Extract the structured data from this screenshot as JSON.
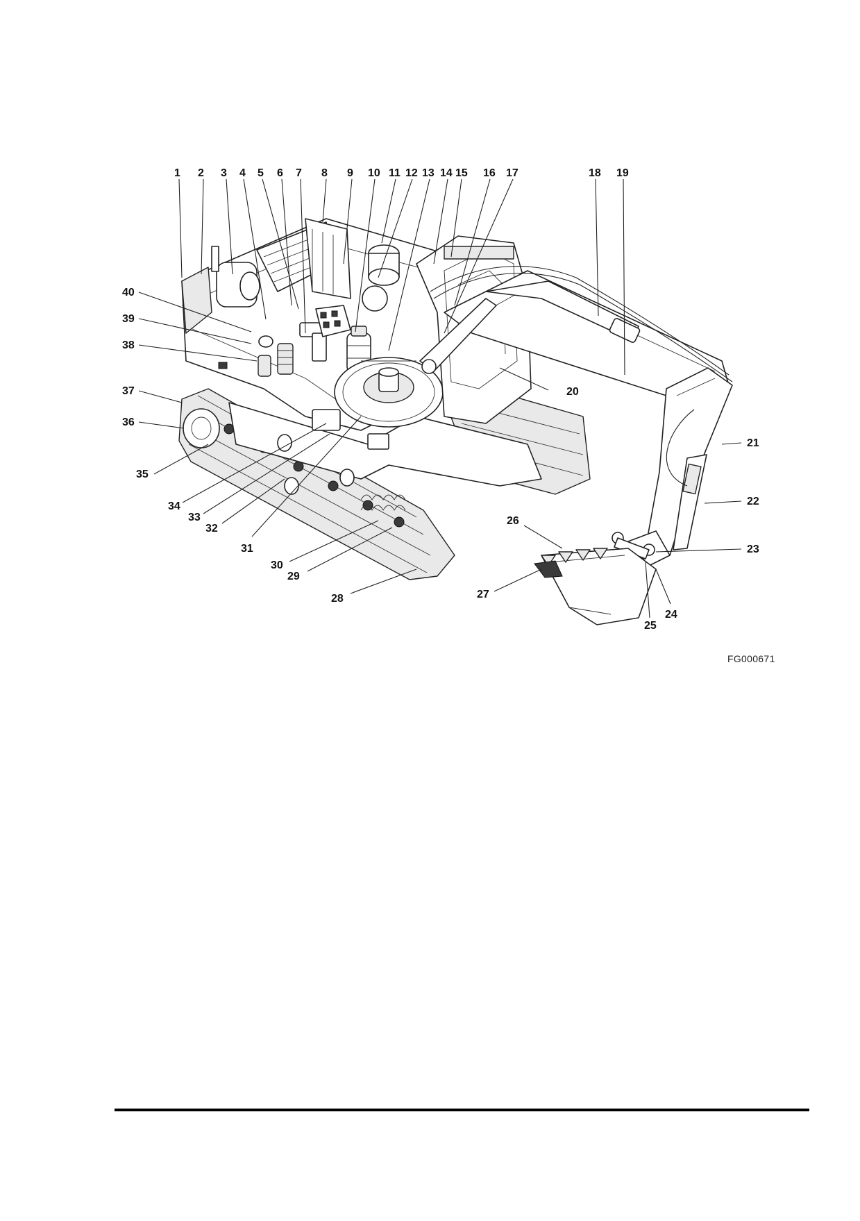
{
  "figure": {
    "id": "FG000671",
    "callouts": [
      "1",
      "2",
      "3",
      "4",
      "5",
      "6",
      "7",
      "8",
      "9",
      "10",
      "11",
      "12",
      "13",
      "14",
      "15",
      "16",
      "17",
      "18",
      "19",
      "20",
      "21",
      "22",
      "23",
      "24",
      "25",
      "26",
      "27",
      "28",
      "29",
      "30",
      "31",
      "32",
      "33",
      "34",
      "35",
      "36",
      "37",
      "38",
      "39",
      "40"
    ]
  }
}
